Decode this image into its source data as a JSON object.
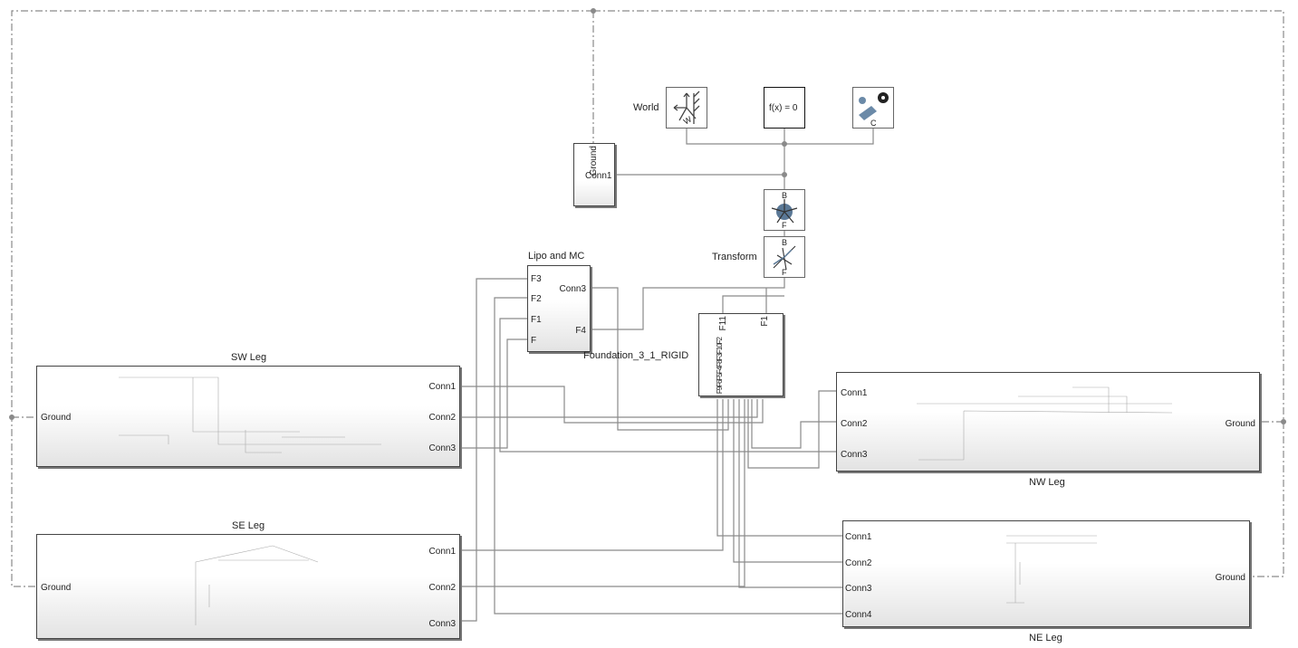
{
  "blocks": {
    "sw_leg": {
      "title": "SW Leg",
      "ports_left": [
        "Ground"
      ],
      "ports_right": [
        "Conn1",
        "Conn2",
        "Conn3"
      ]
    },
    "se_leg": {
      "title": "SE Leg",
      "ports_left": [
        "Ground"
      ],
      "ports_right": [
        "Conn1",
        "Conn2",
        "Conn3"
      ]
    },
    "nw_leg": {
      "title": "NW Leg",
      "ports_left": [
        "Conn1",
        "Conn2",
        "Conn3"
      ],
      "ports_right": [
        "Ground"
      ]
    },
    "ne_leg": {
      "title": "NE Leg",
      "ports_left": [
        "Conn1",
        "Conn2",
        "Conn3",
        "Conn4"
      ],
      "ports_right": [
        "Ground"
      ]
    },
    "lipo": {
      "title": "Lipo and MC",
      "ports_left": [
        "F3",
        "F2",
        "F1",
        "F"
      ],
      "ports_right": [
        "Conn3",
        "F4"
      ]
    },
    "foundation": {
      "title": "Foundation_3_1_RIGID",
      "ports_top": [
        "F11",
        "F1"
      ],
      "ports_bottom": "F9F6F5F4F8F3F10F2"
    },
    "ground": {
      "port_top": "Ground",
      "port_right": "Conn1"
    },
    "world": {
      "title": "World",
      "port": "W"
    },
    "solver": {
      "expr": "f(x) = 0"
    },
    "config": {
      "port": "C"
    },
    "joint": {
      "port_top": "B",
      "port_bottom": "F"
    },
    "transform": {
      "title": "Transform",
      "port_top": "B",
      "port_bottom": "F"
    }
  },
  "colors": {
    "wire": "#8a8a8a",
    "dashed": "#888888",
    "block_border": "#444444"
  }
}
